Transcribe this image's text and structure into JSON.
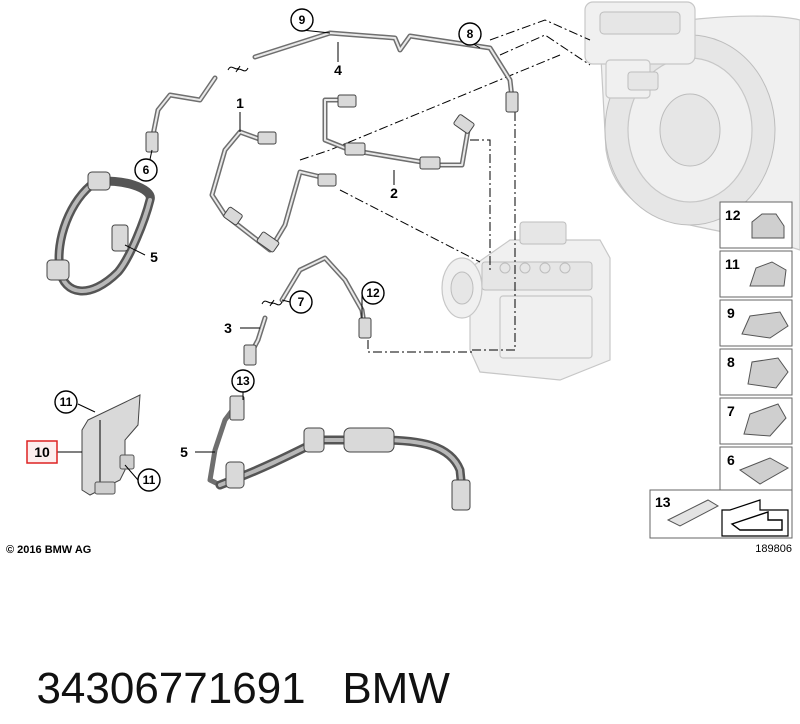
{
  "callouts": {
    "c9": "9",
    "c8": "8",
    "c6": "6",
    "c7": "7",
    "c12": "12",
    "c13": "13",
    "c11a": "11",
    "c11b": "11"
  },
  "labels": {
    "l4": "4",
    "l1": "1",
    "l2": "2",
    "l5a": "5",
    "l3": "3",
    "l5b": "5",
    "l10": "10"
  },
  "panel": {
    "items": [
      "12",
      "11",
      "9",
      "8",
      "7",
      "6"
    ],
    "bottom_item": "13"
  },
  "copyright": "© 2016 BMW AG",
  "diagram_number": "189806",
  "caption": {
    "part_number": "34306771691",
    "brand": "BMW"
  },
  "colors": {
    "highlight": "#d22222",
    "line": "#000000",
    "ghost": "#c7c7c7"
  }
}
